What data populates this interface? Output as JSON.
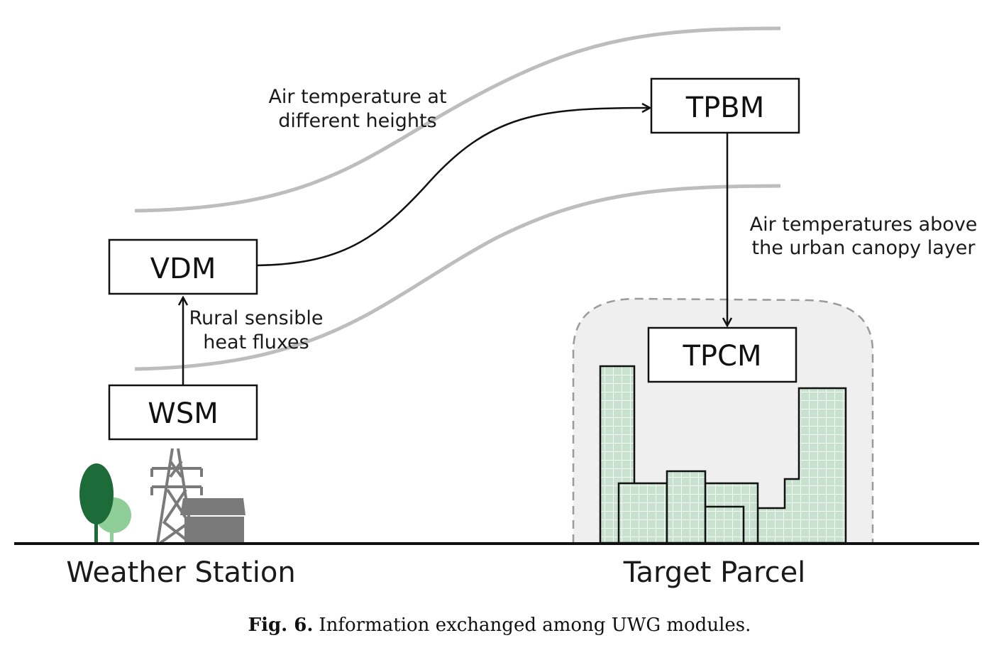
{
  "modules": {
    "wsm": "WSM",
    "vdm": "VDM",
    "tpbm": "TPBM",
    "tpcm": "TPCM"
  },
  "labels": {
    "air_temp_line1": "Air temperature at",
    "air_temp_line2": "different heights",
    "above_canopy_line1": "Air temperatures above",
    "above_canopy_line2": "the urban canopy layer",
    "rural_line1": "Rural sensible",
    "rural_line2": "heat fluxes"
  },
  "ground": {
    "weather_station": "Weather Station",
    "target_parcel": "Target Parcel"
  },
  "caption": {
    "fig_no": "Fig. 6.",
    "text": "Information exchanged among UWG modules."
  },
  "colors": {
    "stream_line": "#bdbdbd",
    "building_fill": "#c8e2cf",
    "dome_fill": "#efefef",
    "tree_dark": "#1e6b3a",
    "tree_light": "#8fce96",
    "tower": "#7a7a7a"
  }
}
